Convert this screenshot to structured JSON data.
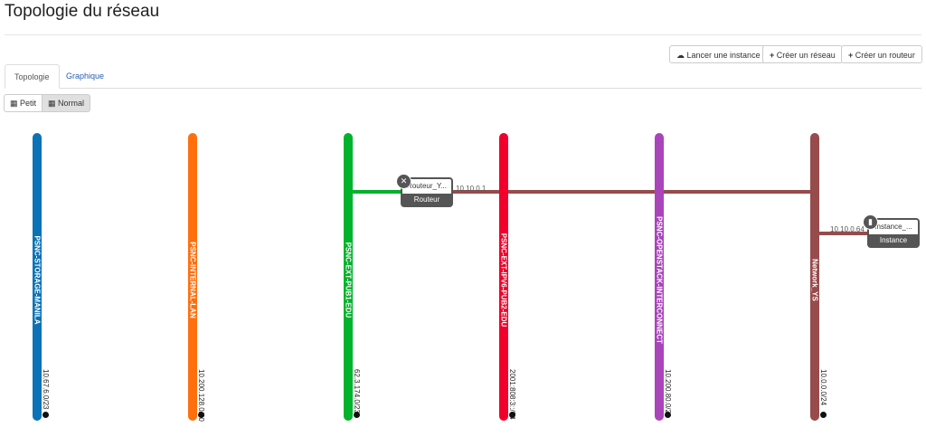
{
  "page_title": "Topologie du réseau",
  "actions": {
    "launch": "Lancer une instance",
    "create_network": "Créer un réseau",
    "create_router": "Créer un routeur"
  },
  "tabs": [
    "Topologie",
    "Graphique"
  ],
  "size_toggle": [
    "Petit",
    "Normal"
  ],
  "networks": [
    {
      "name": "PSNC-STORAGE-MANILA",
      "cidr": "10.67.6.0/23",
      "color": "#0b72b5"
    },
    {
      "name": "PSNC-INTERNAL-LAN",
      "cidr": "10.200.128.0/20",
      "color": "#ff6f0e"
    },
    {
      "name": "PSNC-EXT-PUB1-EDU",
      "cidr": "62.3.174.0/23",
      "color": "#00b22c"
    },
    {
      "name": "PSNC-EXT-IPV6-PUB2-EDU",
      "cidr": "2001:808:3::/64",
      "color": "#f2002b"
    },
    {
      "name": "PSNC-OPENSTACK-INTERCONNECT",
      "cidr": "10.200.80.0/21",
      "color": "#a944bb"
    },
    {
      "name": "Network_YS",
      "cidr": "10.0.0.0/24",
      "color": "#974b4b"
    }
  ],
  "router": {
    "name": "Routeur_Y...",
    "type": "Routeur",
    "ip": "10.10.0.1"
  },
  "instance": {
    "name": "Instance_...",
    "type": "Instance",
    "ip": "10.10.0.64"
  }
}
